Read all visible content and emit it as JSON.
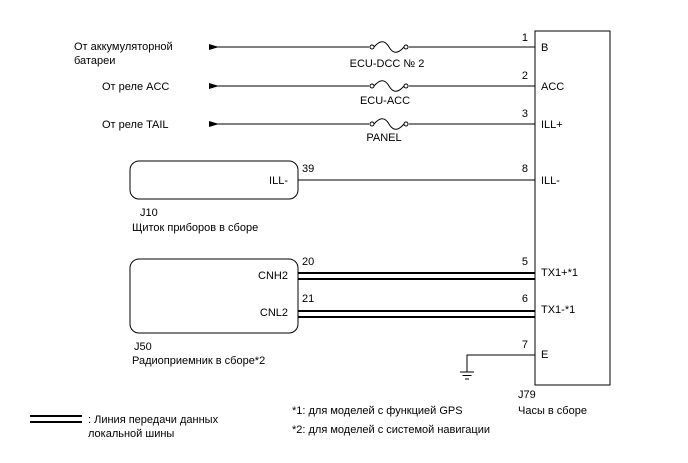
{
  "sources": {
    "battery_line1": "От аккумуляторной",
    "battery_line2": "батареи",
    "acc": "От реле ACC",
    "tail": "От реле TAIL"
  },
  "fuses": {
    "ecu_dcc": "ECU-DCC № 2",
    "ecu_acc": "ECU-ACC",
    "panel": "PANEL"
  },
  "clock": {
    "code": "J79",
    "name": "Часы в сборе",
    "pins": [
      {
        "num": "1",
        "label": "B"
      },
      {
        "num": "2",
        "label": "ACC"
      },
      {
        "num": "3",
        "label": "ILL+"
      },
      {
        "num": "8",
        "label": "ILL-"
      },
      {
        "num": "5",
        "label": "TX1+*1"
      },
      {
        "num": "6",
        "label": "TX1-*1"
      },
      {
        "num": "7",
        "label": "E"
      }
    ]
  },
  "meter": {
    "code": "J10",
    "name": "Щиток приборов в сборе",
    "pin_label": "ILL-",
    "pin_num": "39"
  },
  "radio": {
    "code": "J50",
    "name": "Радиоприемник в сборе*2",
    "pins": [
      {
        "num": "20",
        "label": "CNH2"
      },
      {
        "num": "21",
        "label": "CNL2"
      }
    ]
  },
  "legend": {
    "line1": ": Линия передачи данных",
    "line2": "локальной шины"
  },
  "notes": {
    "note1": "*1: для моделей с функцией GPS",
    "note2": "*2: для моделей с системой навигации"
  }
}
